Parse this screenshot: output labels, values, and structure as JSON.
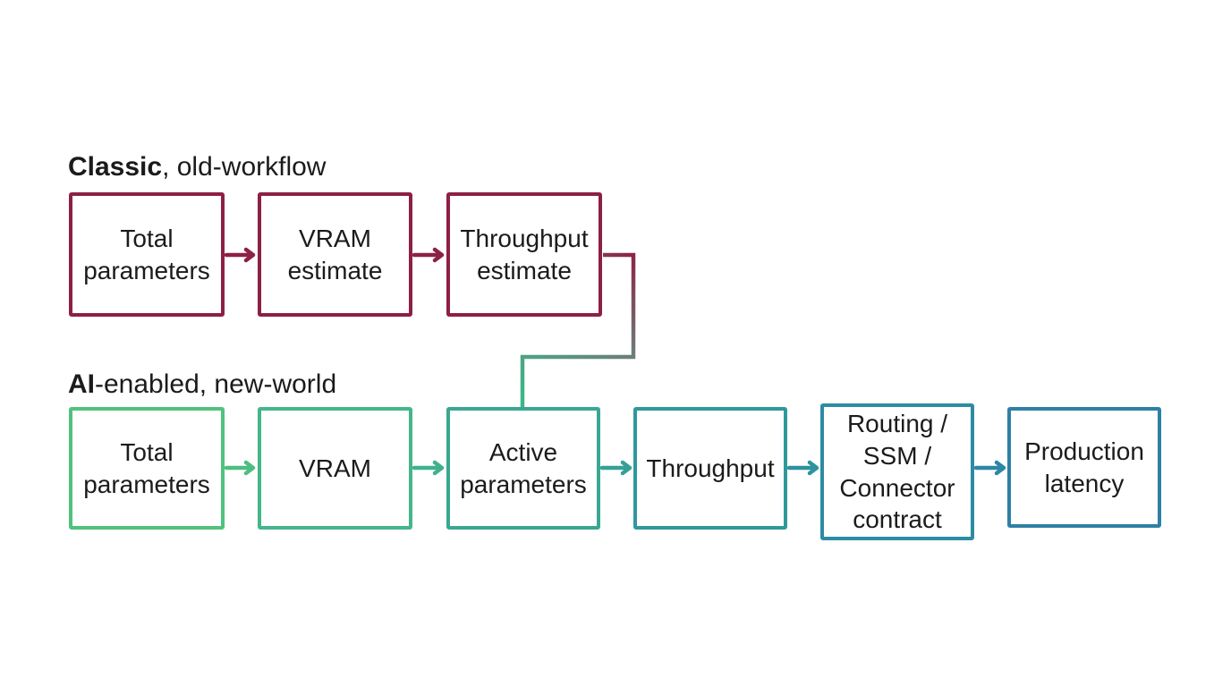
{
  "classic_row": {
    "label_bold": "Classic",
    "label_rest": ", old-workflow",
    "color": "#8D2046",
    "boxes": [
      {
        "label": "Total\nparameters"
      },
      {
        "label": "VRAM\nestimate"
      },
      {
        "label": "Throughput\nestimate"
      }
    ],
    "arrows": [
      {
        "from": "Total parameters",
        "to": "VRAM estimate",
        "color": "#8D2046"
      },
      {
        "from": "VRAM estimate",
        "to": "Throughput estimate",
        "color": "#8D2046"
      }
    ]
  },
  "ai_row": {
    "label_bold": "AI",
    "label_rest": "-enabled, new-world",
    "boxes": [
      {
        "label": "Total\nparameters",
        "color": "#50C27D"
      },
      {
        "label": "VRAM",
        "color": "#45B689"
      },
      {
        "label": "Active\nparameters",
        "color": "#3AA793"
      },
      {
        "label": "Throughput",
        "color": "#2F999B"
      },
      {
        "label": "Routing /\nSSM /\nConnector\ncontract",
        "color": "#2D8BA3"
      },
      {
        "label": "Production\nlatency",
        "color": "#2E80A4"
      }
    ],
    "arrows": [
      {
        "from": "Total parameters",
        "to": "VRAM",
        "color": "#4CBE81"
      },
      {
        "from": "VRAM",
        "to": "Active parameters",
        "color": "#40B18E"
      },
      {
        "from": "Active parameters",
        "to": "Throughput",
        "color": "#35A097"
      },
      {
        "from": "Throughput",
        "to": "Routing / SSM / Connector contract",
        "color": "#2E92A0"
      },
      {
        "from": "Routing / SSM / Connector contract",
        "to": "Production latency",
        "color": "#2C86A6"
      }
    ]
  },
  "cross_connector": {
    "from": "Throughput estimate",
    "to": "Active parameters",
    "gradient_start": "#8D2046",
    "gradient_mid": "#6F7A7A",
    "gradient_end": "#3FB687"
  },
  "colors": {
    "background": "#FFFFFF",
    "text": "#1B1B1B"
  }
}
